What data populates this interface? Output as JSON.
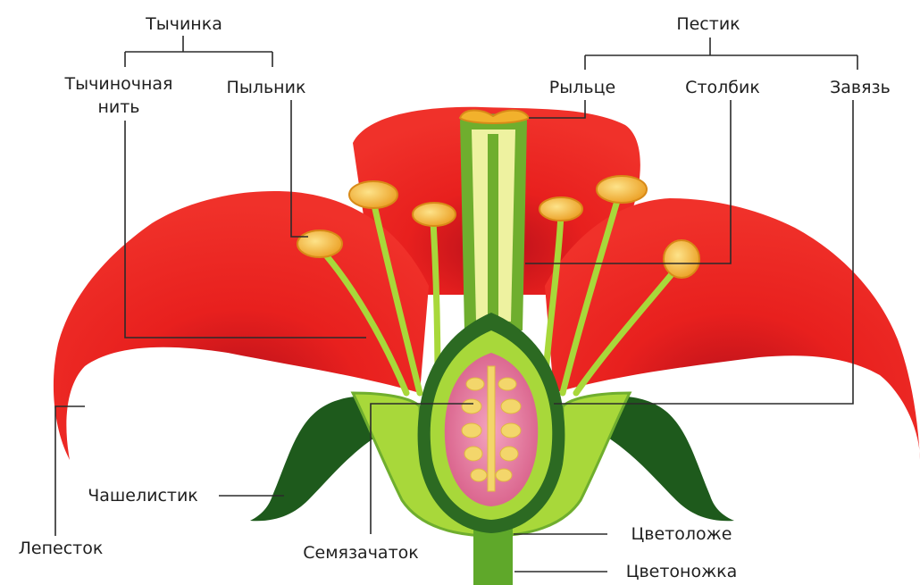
{
  "labels": {
    "stamen": "Тычинка",
    "filament_line1": "Тычиночная",
    "filament_line2": "нить",
    "anther": "Пыльник",
    "pistil": "Пестик",
    "stigma": "Рыльце",
    "style": "Столбик",
    "ovary": "Завязь",
    "sepal": "Чашелистик",
    "petal": "Лепесток",
    "ovule": "Семязачаток",
    "receptacle": "Цветоложе",
    "peduncle": "Цветоножка"
  },
  "colors": {
    "petal": "#e8201e",
    "petal_shade": "#c8141a",
    "sepal": "#1e5a1c",
    "green_light": "#a8d83a",
    "green_mid": "#5fa82a",
    "style_inner": "#eef2a0",
    "ovary_inner": "#d65b86",
    "ovule": "#f3d66b",
    "anther": "#f2b12c"
  }
}
